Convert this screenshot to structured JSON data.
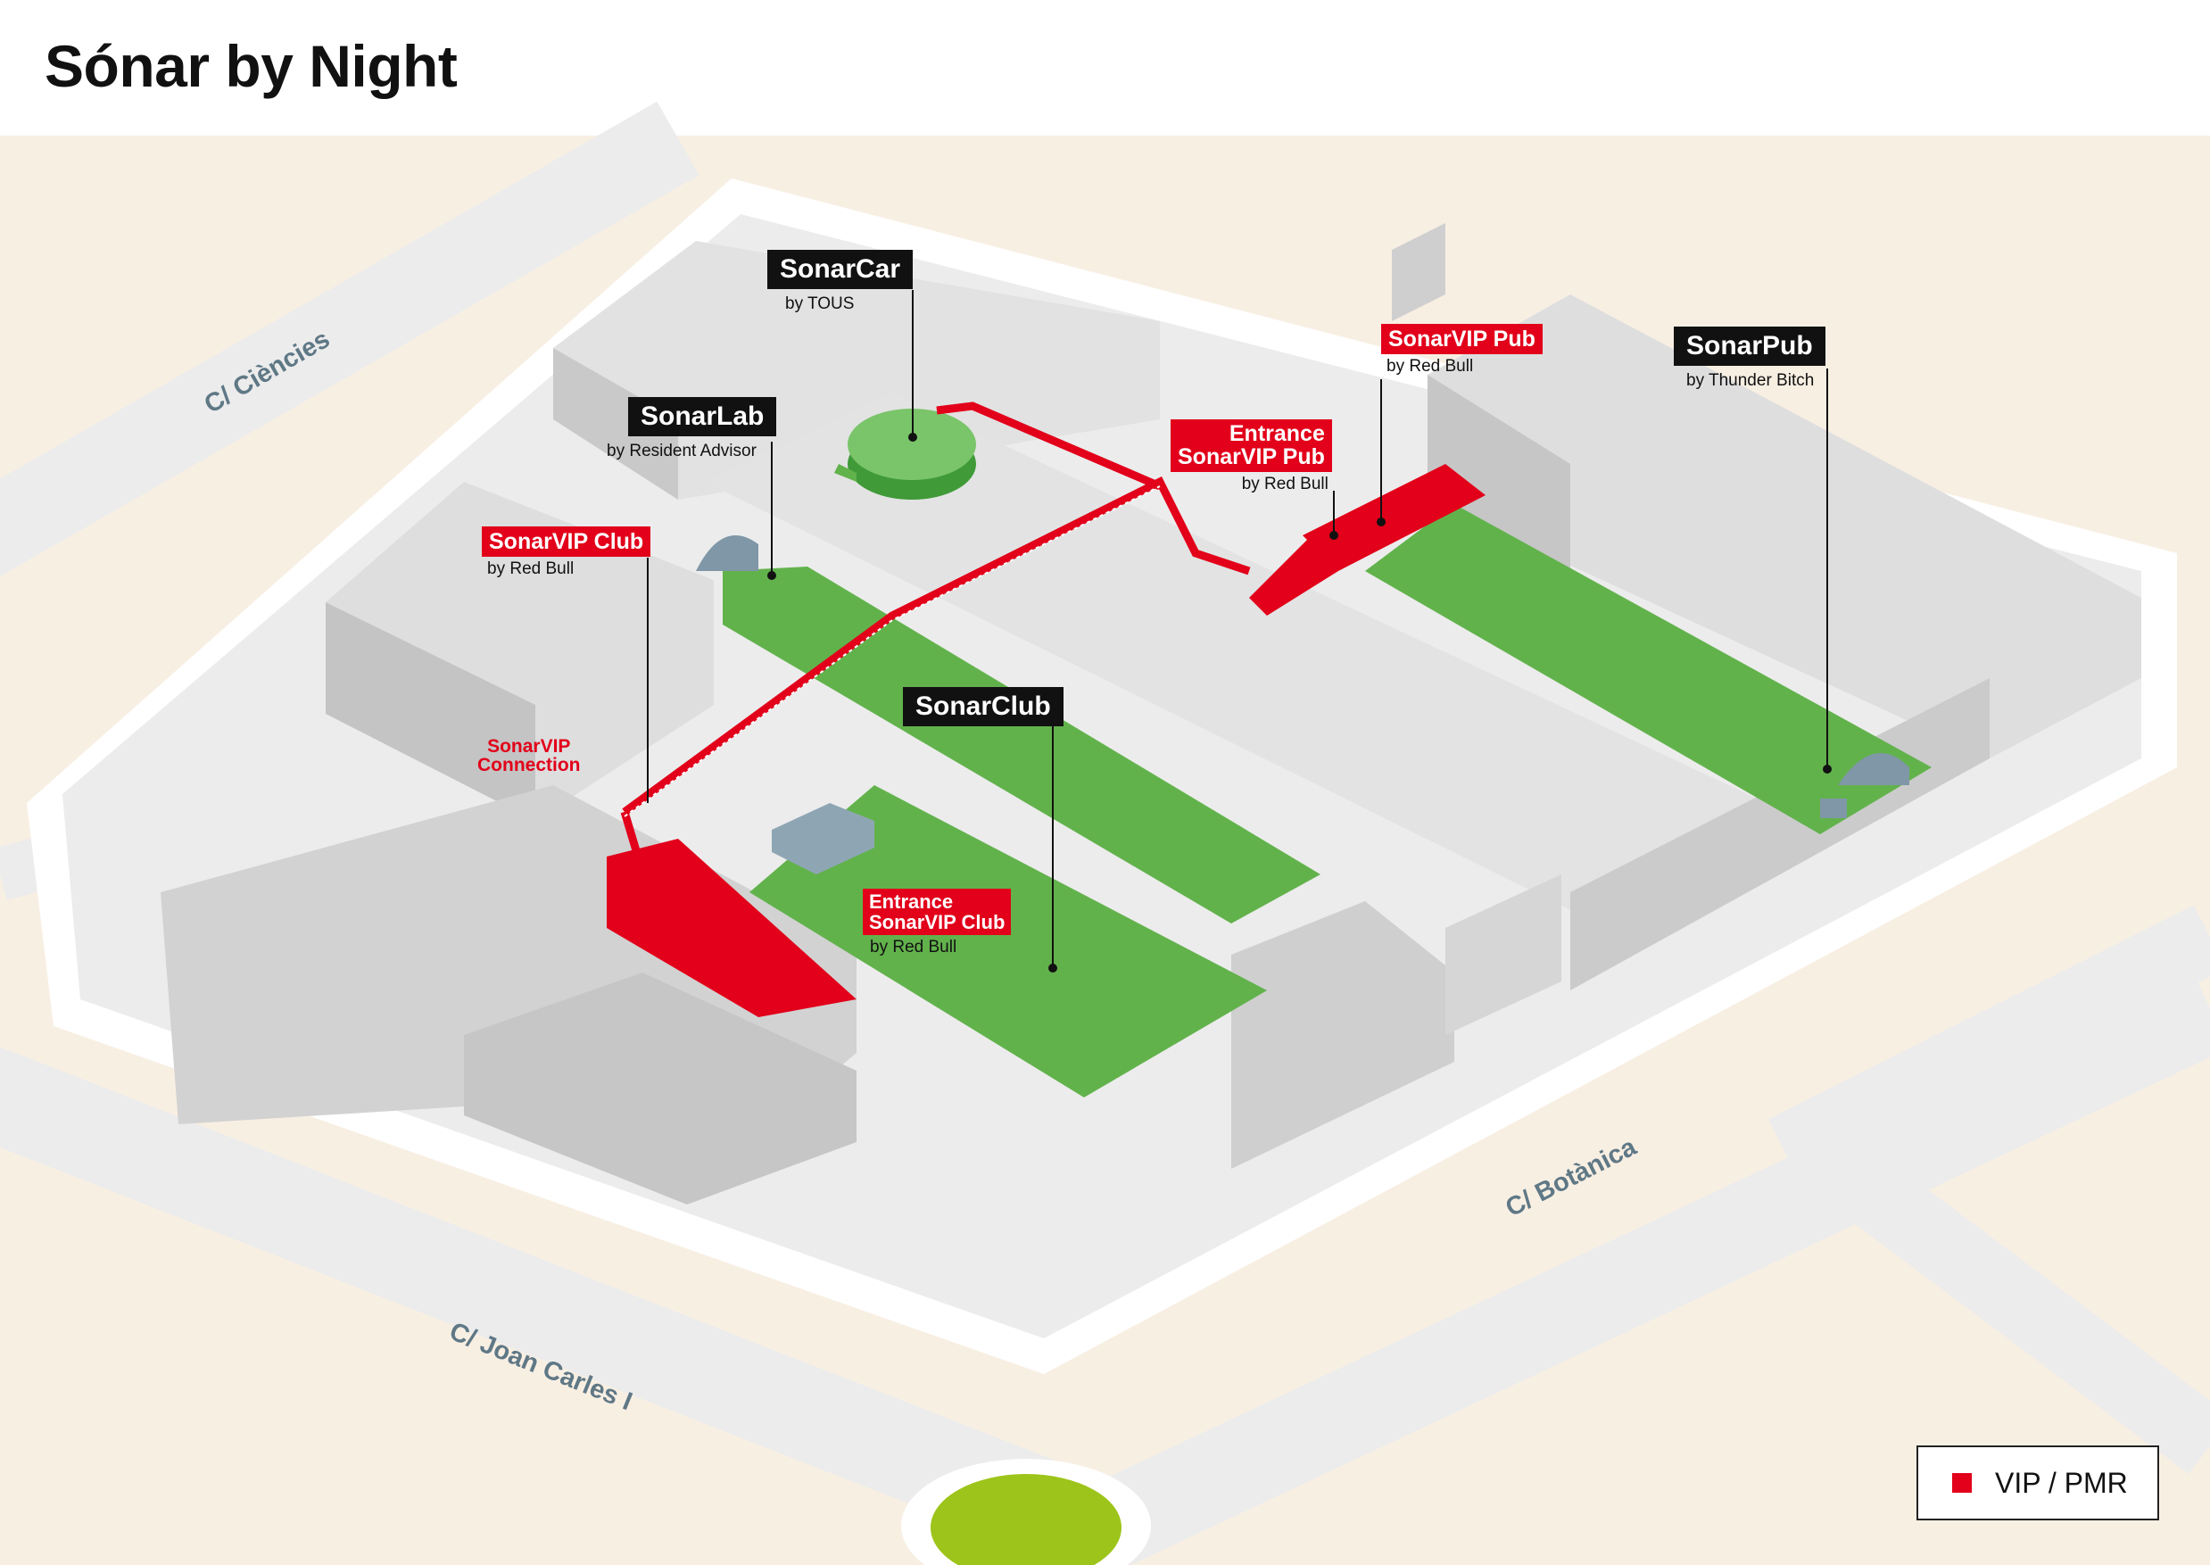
{
  "header": {
    "title": "Sónar by Night"
  },
  "colors": {
    "background": "#f8efe3",
    "road": "#ececec",
    "building": "#dadada",
    "stage": "#62b24c",
    "vip": "#e2001a",
    "roundabout": "#9dc41a",
    "street_label": "#5f7886"
  },
  "venues": {
    "sonarcar": {
      "name": "SonarCar",
      "sponsor": "by TOUS"
    },
    "sonarlab": {
      "name": "SonarLab",
      "sponsor": "by Resident Advisor"
    },
    "sonarclub": {
      "name": "SonarClub",
      "sponsor": ""
    },
    "sonarpub": {
      "name": "SonarPub",
      "sponsor": "by Thunder Bitch"
    },
    "vip_club": {
      "name": "SonarVIP Club",
      "sponsor": "by Red Bull"
    },
    "vip_pub": {
      "name": "SonarVIP Pub",
      "sponsor": "by Red Bull"
    },
    "entrance_pub": {
      "line1": "Entrance",
      "line2": "SonarVIP Pub",
      "sponsor": "by Red Bull"
    },
    "entrance_club": {
      "line1": "Entrance",
      "line2": "SonarVIP Club",
      "sponsor": "by Red Bull"
    },
    "vip_connection": {
      "line1": "SonarVIP",
      "line2": "Connection"
    }
  },
  "streets": {
    "ciencies": "C/ Ciències",
    "botanica": "C/ Botànica",
    "joan_carles": "C/ Joan Carles I"
  },
  "legend": {
    "label": "VIP / PMR",
    "icon": "red-square-icon"
  }
}
